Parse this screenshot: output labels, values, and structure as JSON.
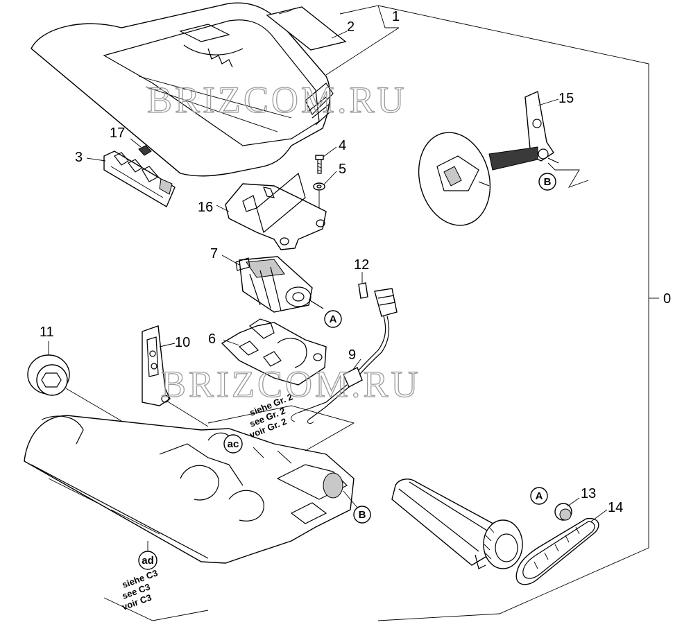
{
  "part_numbers": {
    "p0": "0",
    "p1": "1",
    "p2": "2",
    "p3": "3",
    "p4": "4",
    "p5": "5",
    "p6": "6",
    "p7": "7",
    "p9": "9",
    "p10": "10",
    "p11": "11",
    "p12": "12",
    "p13": "13",
    "p14": "14",
    "p15": "15",
    "p16": "16",
    "p17": "17"
  },
  "markers": {
    "a_motor": "A",
    "a_gear": "A",
    "b_lever": "B",
    "b_base": "B",
    "ac": "ac",
    "ad": "ad"
  },
  "notes": {
    "gr2": [
      "siehe Gr. 2",
      "see Gr. 2",
      "voir Gr. 2"
    ],
    "c3": [
      "siehe C3",
      "see C3",
      "voir C3"
    ]
  },
  "watermark": {
    "text": "BRIZCOM.RU"
  }
}
